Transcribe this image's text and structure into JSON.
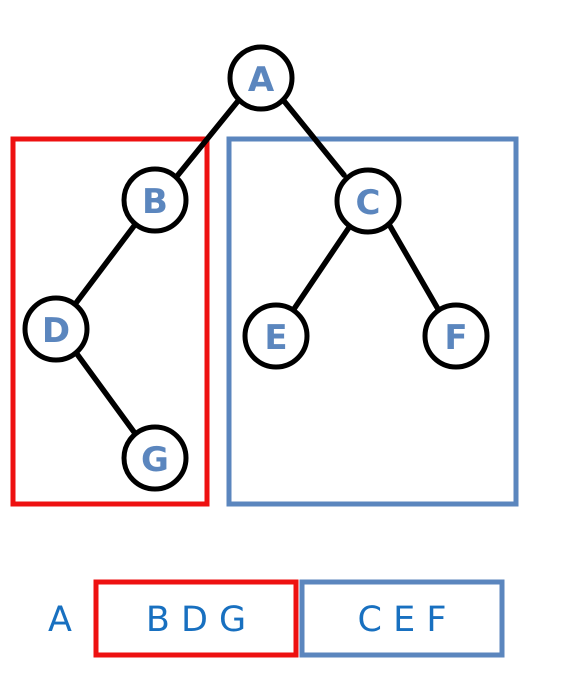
{
  "tree": {
    "nodes": [
      {
        "id": "A",
        "label": "A"
      },
      {
        "id": "B",
        "label": "B"
      },
      {
        "id": "C",
        "label": "C"
      },
      {
        "id": "D",
        "label": "D"
      },
      {
        "id": "E",
        "label": "E"
      },
      {
        "id": "F",
        "label": "F"
      },
      {
        "id": "G",
        "label": "G"
      }
    ],
    "edges": [
      [
        "A",
        "B"
      ],
      [
        "A",
        "C"
      ],
      [
        "B",
        "D"
      ],
      [
        "D",
        "G"
      ],
      [
        "C",
        "E"
      ],
      [
        "C",
        "F"
      ]
    ]
  },
  "groups": {
    "left_subtree": {
      "members": [
        "B",
        "D",
        "G"
      ],
      "color": "#ee1111"
    },
    "right_subtree": {
      "members": [
        "C",
        "E",
        "F"
      ],
      "color": "#5b86be"
    }
  },
  "sequence": {
    "root": "A",
    "left": "B D G",
    "right": "C E F"
  },
  "colors": {
    "node_label": "#5b86be",
    "sequence_text": "#1870c0",
    "edge": "#000000"
  }
}
